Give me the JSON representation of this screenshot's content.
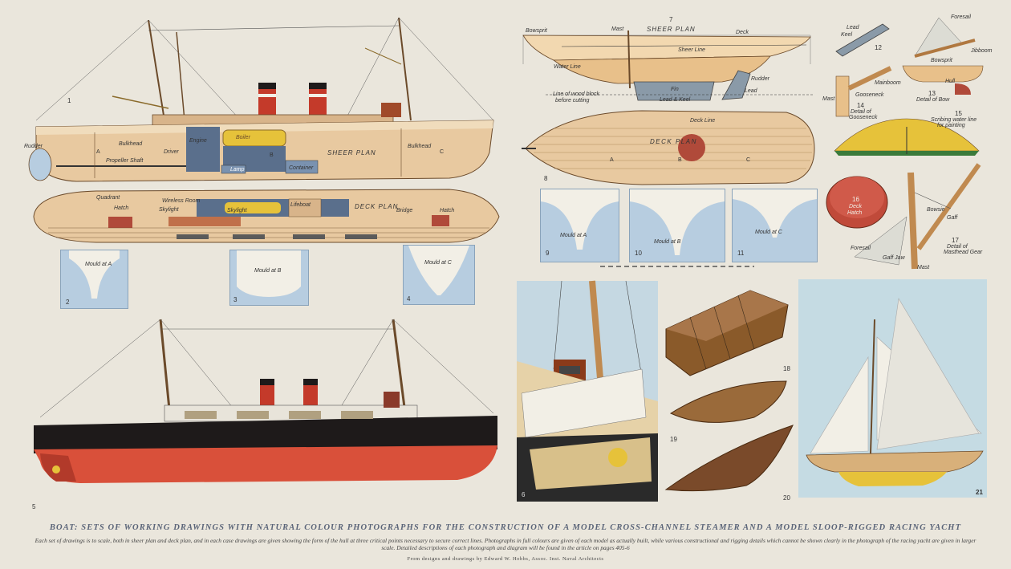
{
  "figures": {
    "fig1": {
      "number": "1",
      "sheer_plan": "SHEER PLAN",
      "deck_plan": "DECK PLAN",
      "labels": {
        "rudder": "Rudder",
        "bulkhead_a": "Bulkhead",
        "bulkhead_c": "Bulkhead",
        "engine": "Engine",
        "boiler": "Boiler",
        "driver": "Driver",
        "propeller_shaft": "Propeller Shaft",
        "lamp": "Lamp",
        "container": "Container",
        "a": "A",
        "b": "B",
        "c": "C",
        "quadrant": "Quadrant",
        "hatch_fwd": "Hatch",
        "hatch_aft": "Hatch",
        "skylight_a": "Skylight",
        "skylight_b": "Skylight",
        "wireless": "Wireless Room",
        "lifeboat": "Lifeboat",
        "bridge": "Bridge"
      }
    },
    "moulds_steamer": [
      {
        "number": "2",
        "label": "Mould at A"
      },
      {
        "number": "3",
        "label": "Mould at B"
      },
      {
        "number": "4",
        "label": "Mould at C"
      }
    ],
    "fig5": {
      "number": "5"
    },
    "fig7": {
      "number": "7",
      "sheer_plan": "SHEER PLAN",
      "labels": {
        "bowsprit": "Bowsprit",
        "mast": "Mast",
        "deck": "Deck",
        "sheer_line": "Sheer Line",
        "water_line": "Water Line",
        "line_wood": "Line of wood block",
        "before_cutting": "before cutting",
        "fin": "Fin",
        "lead_keel": "Lead & Keel",
        "rudder": "Rudder",
        "lead": "Lead"
      }
    },
    "fig8": {
      "number": "8",
      "deck_plan": "DECK PLAN",
      "deck_line": "Deck Line",
      "a": "A",
      "b": "B",
      "c": "C"
    },
    "moulds_yacht": [
      {
        "number": "9",
        "label": "Mould at A"
      },
      {
        "number": "10",
        "label": "Mould at B"
      },
      {
        "number": "11",
        "label": "Mould at C"
      }
    ],
    "fig12": {
      "number": "12",
      "label_1": "Lead",
      "label_2": "Keel"
    },
    "fig13": {
      "number": "13",
      "foresail": "Foresail",
      "jibboom": "Jibboom",
      "bowsprit": "Bowsprit",
      "hull": "Hull",
      "detail_1": "Detail of Bow"
    },
    "fig14": {
      "number": "14",
      "mast": "Mast",
      "mainboom": "Mainboom",
      "gooseneck": "Gooseneck",
      "detail_1": "Detail of",
      "detail_2": "Gooseneck"
    },
    "fig15": {
      "number": "15",
      "line_1": "Scribing water line",
      "line_2": "for painting"
    },
    "fig16": {
      "number": "16",
      "line_1": "Deck",
      "line_2": "Hatch"
    },
    "fig17": {
      "number": "17",
      "bowsie": "Bowsie",
      "gaff": "Gaff",
      "foresail": "Foresail",
      "gaff_jaw": "Gaff Jaw",
      "mast": "Mast",
      "detail_1": "Detail of",
      "detail_2": "Masthead Gear"
    },
    "fig18": {
      "number": "18"
    },
    "fig19": {
      "number": "19"
    },
    "fig20": {
      "number": "20"
    },
    "fig21": {
      "number": "21"
    },
    "fig6": {
      "number": "6"
    }
  },
  "caption": {
    "title": "BOAT: SETS OF WORKING DRAWINGS WITH NATURAL COLOUR PHOTOGRAPHS FOR THE CONSTRUCTION OF A MODEL CROSS-CHANNEL STEAMER AND A MODEL SLOOP-RIGGED RACING YACHT",
    "body": "Each set of drawings is to scale, both in sheer plan and deck plan, and in each case drawings are given showing the form of the hull at three critical points necessary to secure correct lines. Photographs in full colours are given of each model as actually built, while various constructional and rigging details which cannot be shown clearly in the photograph of the racing yacht are given in larger scale. Detailed descriptions of each photograph and diagram will be found in the article on pages 405-6",
    "credit": "From designs and drawings by Edward W. Hobbs, Assoc. Inst. Naval Architects"
  },
  "colors": {
    "paper": "#eae6dc",
    "mould_blue": "#b7cde0",
    "hull_tan": "#e8c9a0",
    "hull_red": "#d9503a",
    "hull_black": "#1e1a1a",
    "yellow": "#e6c23a",
    "sky_blue": "#c5dbe3"
  }
}
